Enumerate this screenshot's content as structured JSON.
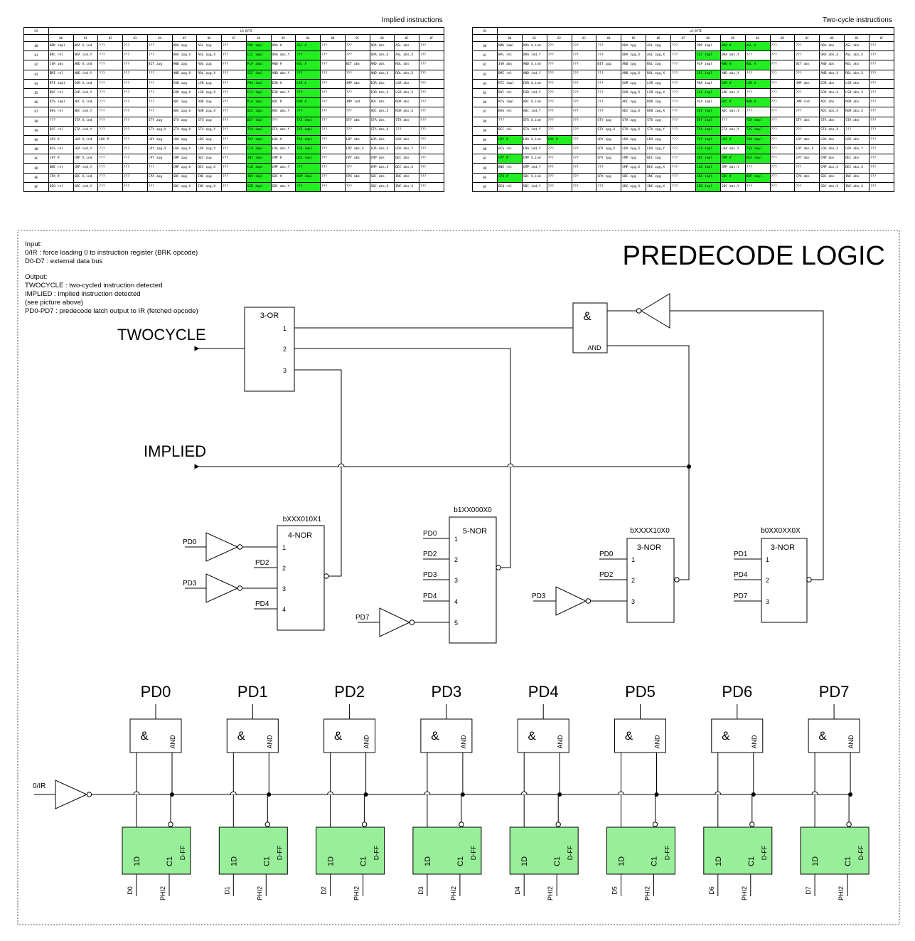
{
  "title": "PREDECODE LOGIC",
  "tables": {
    "implied": {
      "title": "Implied instructions",
      "corner": "HI",
      "lo_title": "LO-BYTE",
      "cols": [
        "00",
        "01",
        "02",
        "03",
        "04",
        "05",
        "06",
        "07",
        "08",
        "09",
        "0A",
        "0B",
        "0C",
        "0D",
        "0E",
        "0F"
      ],
      "rows": [
        "00",
        "01",
        "02",
        "03",
        "04",
        "05",
        "06",
        "07",
        "08",
        "09",
        "0A",
        "0B",
        "0C",
        "0D",
        "0E",
        "0F"
      ],
      "highlight_cols": [
        8,
        10
      ],
      "cells": [
        [
          "BRK impl",
          "ORA X,ind",
          "???",
          "???",
          "???",
          "ORA zpg",
          "ASL zpg",
          "???",
          "PHP impl",
          "ORA #",
          "ASL A",
          "???",
          "???",
          "ORA abs",
          "ASL abs",
          "???"
        ],
        [
          "BPL rel",
          "ORA ind,Y",
          "???",
          "???",
          "???",
          "ORA zpg,X",
          "ASL zpg,X",
          "???",
          "CLC impl",
          "ORA abs,Y",
          "???",
          "???",
          "???",
          "ORA abs,X",
          "ASL abs,X",
          "???"
        ],
        [
          "JSR abs",
          "AND X,ind",
          "???",
          "???",
          "BIT zpg",
          "AND zpg",
          "ROL zpg",
          "???",
          "PLP impl",
          "AND #",
          "ROL A",
          "???",
          "BIT abs",
          "AND abs",
          "ROL abs",
          "???"
        ],
        [
          "BMI rel",
          "AND ind,Y",
          "???",
          "???",
          "???",
          "AND zpg,X",
          "ROL zpg,X",
          "???",
          "SEC impl",
          "AND abs,Y",
          "???",
          "???",
          "???",
          "AND abs,X",
          "ROL abs,X",
          "???"
        ],
        [
          "RTI impl",
          "EOR X,ind",
          "???",
          "???",
          "???",
          "EOR zpg",
          "LSR zpg",
          "???",
          "PHA impl",
          "EOR #",
          "LSR A",
          "???",
          "JMP abs",
          "EOR abs",
          "LSR abs",
          "???"
        ],
        [
          "BVC rel",
          "EOR ind,Y",
          "???",
          "???",
          "???",
          "EOR zpg,X",
          "LSR zpg,X",
          "???",
          "CLI impl",
          "EOR abs,Y",
          "???",
          "???",
          "???",
          "EOR abs,X",
          "LSR abs,X",
          "???"
        ],
        [
          "RTS impl",
          "ADC X,ind",
          "???",
          "???",
          "???",
          "ADC zpg",
          "ROR zpg",
          "???",
          "PLA impl",
          "ADC #",
          "ROR A",
          "???",
          "JMP ind",
          "ADC abs",
          "ROR abs",
          "???"
        ],
        [
          "BVS rel",
          "ADC ind,Y",
          "???",
          "???",
          "???",
          "ADC zpg,X",
          "ROR zpg,X",
          "???",
          "SEI impl",
          "ADC abs,Y",
          "???",
          "???",
          "???",
          "ADC abs,X",
          "ROR abs,X",
          "???"
        ],
        [
          "???",
          "STA X,ind",
          "???",
          "???",
          "STY zpg",
          "STA zpg",
          "STX zpg",
          "???",
          "DEY impl",
          "???",
          "TXA impl",
          "???",
          "STY abs",
          "STA abs",
          "STX abs",
          "???"
        ],
        [
          "BCC rel",
          "STA ind,Y",
          "???",
          "???",
          "STY zpg,X",
          "STA zpg,X",
          "STX zpg,Y",
          "???",
          "TYA impl",
          "STA abs,Y",
          "TXS impl",
          "???",
          "???",
          "STA abs,X",
          "???",
          "???"
        ],
        [
          "LDY #",
          "LDA X,ind",
          "LDX #",
          "???",
          "LDY zpg",
          "LDA zpg",
          "LDX zpg",
          "???",
          "TAY impl",
          "LDA #",
          "TAX impl",
          "???",
          "LDY abs",
          "LDA abs",
          "LDX abs",
          "???"
        ],
        [
          "BCS rel",
          "LDA ind,Y",
          "???",
          "???",
          "LDY zpg,X",
          "LDA zpg,X",
          "LDX zpg,Y",
          "???",
          "CLV impl",
          "LDA abs,Y",
          "TSX impl",
          "???",
          "LDY abs,X",
          "LDA abs,X",
          "LDX abs,Y",
          "???"
        ],
        [
          "CPY #",
          "CMP X,ind",
          "???",
          "???",
          "CPY zpg",
          "CMP zpg",
          "DEC zpg",
          "???",
          "INY impl",
          "CMP #",
          "DEX impl",
          "???",
          "CPY abs",
          "CMP abs",
          "DEC abs",
          "???"
        ],
        [
          "BNE rel",
          "CMP ind,Y",
          "???",
          "???",
          "???",
          "CMP zpg,X",
          "DEC zpg,X",
          "???",
          "CLD impl",
          "CMP abs,Y",
          "???",
          "???",
          "???",
          "CMP abs,X",
          "DEC abs,X",
          "???"
        ],
        [
          "CPX #",
          "SBC X,ind",
          "???",
          "???",
          "CPX zpg",
          "SBC zpg",
          "INC zpg",
          "???",
          "INX impl",
          "SBC #",
          "NOP impl",
          "???",
          "CPX abs",
          "SBC abs",
          "INC abs",
          "???"
        ],
        [
          "BEQ rel",
          "SBC ind,Y",
          "???",
          "???",
          "???",
          "SBC zpg,X",
          "INC zpg,X",
          "???",
          "SED impl",
          "SBC abs,Y",
          "???",
          "???",
          "???",
          "SBC abs,X",
          "INC abs,X",
          "???"
        ]
      ]
    },
    "twocycle": {
      "title": "Two-cycle instructions",
      "corner": "HI",
      "lo_title": "LO-BYTE",
      "cols": [
        "00",
        "01",
        "02",
        "03",
        "04",
        "05",
        "06",
        "07",
        "08",
        "09",
        "0A",
        "0B",
        "0C",
        "0D",
        "0E",
        "0F"
      ],
      "rows": [
        "00",
        "01",
        "02",
        "03",
        "04",
        "05",
        "06",
        "07",
        "08",
        "09",
        "0A",
        "0B",
        "0C",
        "0D",
        "0E",
        "0F"
      ],
      "green_cells": [
        [
          0,
          9
        ],
        [
          0,
          10
        ],
        [
          1,
          8
        ],
        [
          2,
          9
        ],
        [
          2,
          10
        ],
        [
          3,
          8
        ],
        [
          4,
          9
        ],
        [
          4,
          10
        ],
        [
          5,
          8
        ],
        [
          6,
          9
        ],
        [
          6,
          10
        ],
        [
          7,
          8
        ],
        [
          8,
          8
        ],
        [
          8,
          10
        ],
        [
          9,
          8
        ],
        [
          9,
          10
        ],
        [
          10,
          0
        ],
        [
          10,
          2
        ],
        [
          10,
          8
        ],
        [
          10,
          9
        ],
        [
          10,
          10
        ],
        [
          11,
          8
        ],
        [
          11,
          10
        ],
        [
          12,
          0
        ],
        [
          12,
          8
        ],
        [
          12,
          9
        ],
        [
          12,
          10
        ],
        [
          13,
          8
        ],
        [
          14,
          0
        ],
        [
          14,
          8
        ],
        [
          14,
          9
        ],
        [
          14,
          10
        ],
        [
          15,
          8
        ]
      ]
    }
  },
  "legend": {
    "input_label": "Input:",
    "input_lines": [
      "0/IR : force loading 0 to instruction register (BRK opcode)",
      "D0-D7 : external data bus"
    ],
    "output_label": "Output:",
    "output_lines": [
      "TWOCYCLE : two-cycled instruction detected",
      "IMPLIED : implied instruction detected",
      "(see picture above)",
      "PD0-PD7 : predecode latch output to IR (fetched opcode)"
    ]
  },
  "signals": {
    "twocycle": "TWOCYCLE",
    "implied": "IMPLIED",
    "nir": "0/IR"
  },
  "gates": {
    "or3": {
      "type": "3-OR",
      "pins": [
        "1",
        "2",
        "3"
      ]
    },
    "and2": {
      "symbol": "&",
      "label": "AND"
    },
    "nor4": {
      "mask": "bXXX010X1",
      "type": "4-NOR",
      "inputs": [
        "PD0",
        "PD2",
        "PD3",
        "PD4"
      ],
      "pins": [
        "1",
        "2",
        "3",
        "4"
      ]
    },
    "nor5": {
      "mask": "b1XX000X0",
      "type": "5-NOR",
      "inputs": [
        "PD0",
        "PD2",
        "PD3",
        "PD4",
        "PD7"
      ],
      "pins": [
        "1",
        "2",
        "3",
        "4",
        "5"
      ]
    },
    "nor3a": {
      "mask": "bXXXX10X0",
      "type": "3-NOR",
      "inputs": [
        "PD0",
        "PD2",
        "PD3"
      ],
      "pins": [
        "1",
        "2",
        "3"
      ]
    },
    "nor3b": {
      "mask": "b0XX0XX0X",
      "type": "3-NOR",
      "inputs": [
        "PD1",
        "PD4",
        "PD7"
      ],
      "pins": [
        "1",
        "2",
        "3"
      ]
    }
  },
  "latches": {
    "outputs": [
      "PD0",
      "PD1",
      "PD2",
      "PD3",
      "PD4",
      "PD5",
      "PD6",
      "PD7"
    ],
    "data_inputs": [
      "D0",
      "D1",
      "D2",
      "D3",
      "D4",
      "D5",
      "D6",
      "D7"
    ],
    "clock": "PHI2",
    "and_symbol": "&",
    "and_label": "AND",
    "ff_d": "1D",
    "ff_c": "C1",
    "ff_label": "D-FF",
    "ff_color": "#99ee99"
  }
}
